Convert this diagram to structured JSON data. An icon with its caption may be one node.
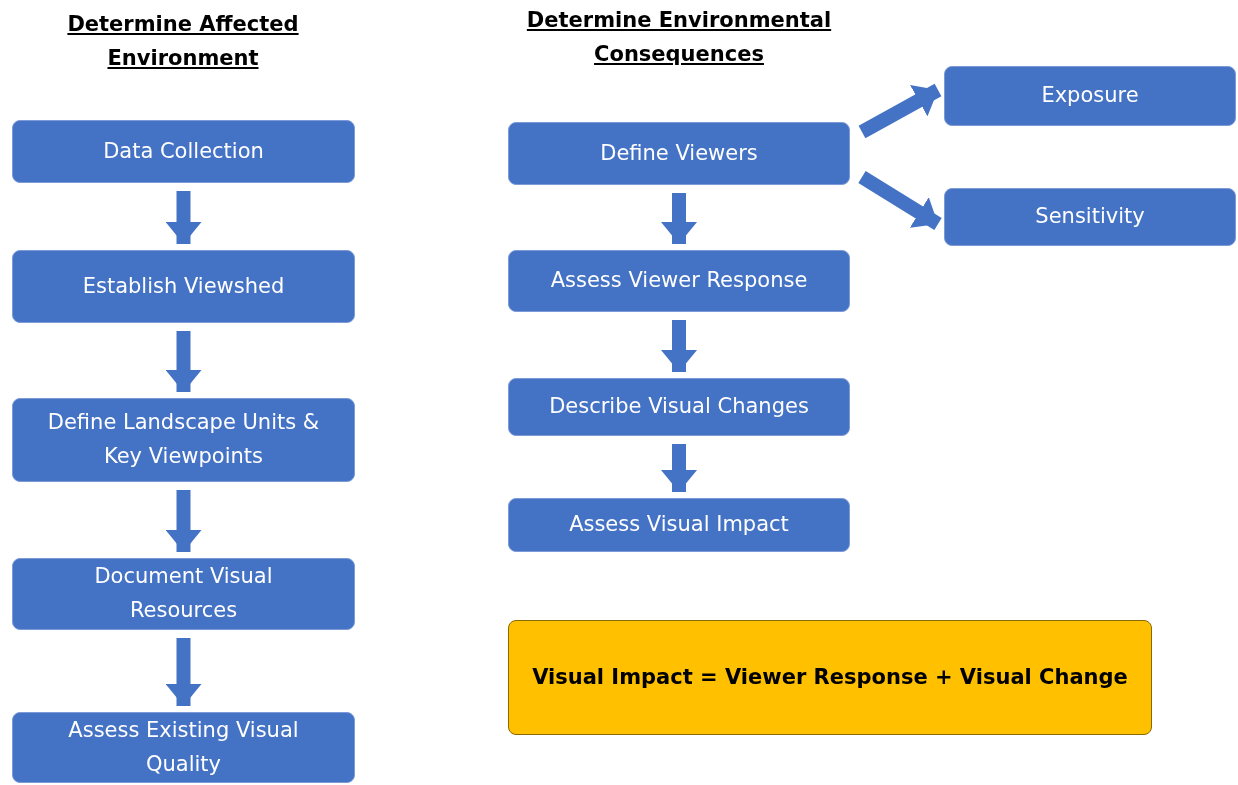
{
  "diagram": {
    "nodes": [
      {
        "text": [
          "Data Collection"
        ]
      },
      {
        "text": [
          "Establish Viewshed"
        ]
      },
      {
        "text": [
          "Define Landscape Units & Key Viewpoints"
        ]
      },
      {
        "text": [
          "Document Visual Resources"
        ]
      },
      {
        "text": [
          "Assess Existing Visual Quality"
        ]
      },
      {
        "text": [
          "Define Viewers"
        ]
      },
      {
        "text": [
          "Exposure"
        ]
      },
      {
        "text": [
          "Sensitivity"
        ]
      },
      {
        "text": [
          "Assess Viewer Response"
        ]
      },
      {
        "text": [
          "Describe Visual Changes"
        ]
      },
      {
        "text": [
          "Assess Visual Impact"
        ]
      },
      {
        "text": [
          "Visual Impact = Viewer Response + Visual Change"
        ]
      }
    ],
    "edges": [
      {
        "from": 0,
        "to": 1,
        "arrow": "to"
      },
      {
        "from": 1,
        "to": 2,
        "arrow": "to"
      },
      {
        "from": 2,
        "to": 3,
        "arrow": "to"
      },
      {
        "from": 3,
        "to": 4,
        "arrow": "to"
      },
      {
        "from": 5,
        "to": 6,
        "arrow": "to"
      },
      {
        "from": 5,
        "to": 7,
        "arrow": "to"
      },
      {
        "from": 5,
        "to": 8,
        "arrow": "to"
      },
      {
        "from": 8,
        "to": 9,
        "arrow": "to"
      },
      {
        "from": 9,
        "to": 10,
        "arrow": "to"
      }
    ],
    "labels": [
      "Determine Affected Environment",
      "Determine Environmental Consequences"
    ]
  }
}
